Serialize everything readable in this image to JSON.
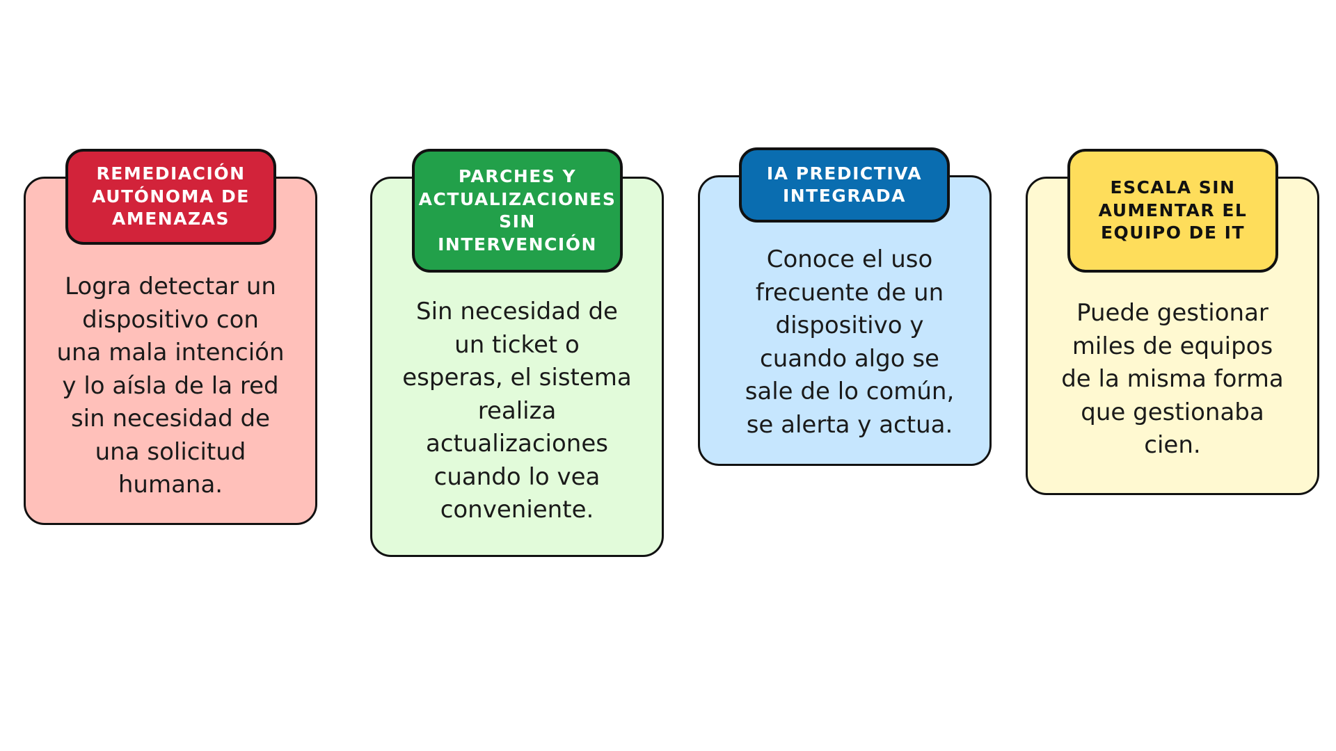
{
  "cards": [
    {
      "title": "REMEDIACIÓN\nAUTÓNOMA DE\nAMENAZAS",
      "body": "Logra detectar un\ndispositivo con\nuna mala intención\ny lo aísla de la red\nsin necesidad de\nuna solicitud\nhumana.",
      "title_bg": "#D2233A",
      "title_color": "#FFFFFF",
      "card_bg": "#FFC0BA"
    },
    {
      "title": "PARCHES Y\nACTUALIZACIONES\nSIN\nINTERVENCIÓN",
      "body": "Sin necesidad de\nun ticket o\nesperas, el sistema\nrealiza\nactualizaciones\ncuando lo vea\nconveniente.",
      "title_bg": "#22A04A",
      "title_color": "#FFFFFF",
      "card_bg": "#E2FBDA"
    },
    {
      "title": "IA PREDICTIVA\nINTEGRADA",
      "body": "Conoce el uso\nfrecuente de un\ndispositivo y\ncuando algo se\nsale de lo común,\nse alerta y actua.",
      "title_bg": "#0A6DB0",
      "title_color": "#FFFFFF",
      "card_bg": "#C6E6FE"
    },
    {
      "title": "ESCALA SIN\nAUMENTAR EL\nEQUIPO DE IT",
      "body": "Puede gestionar\nmiles de equipos\nde la misma forma\nque gestionaba\ncien.",
      "title_bg": "#FEDD5B",
      "title_color": "#111111",
      "card_bg": "#FFF9D1"
    }
  ]
}
